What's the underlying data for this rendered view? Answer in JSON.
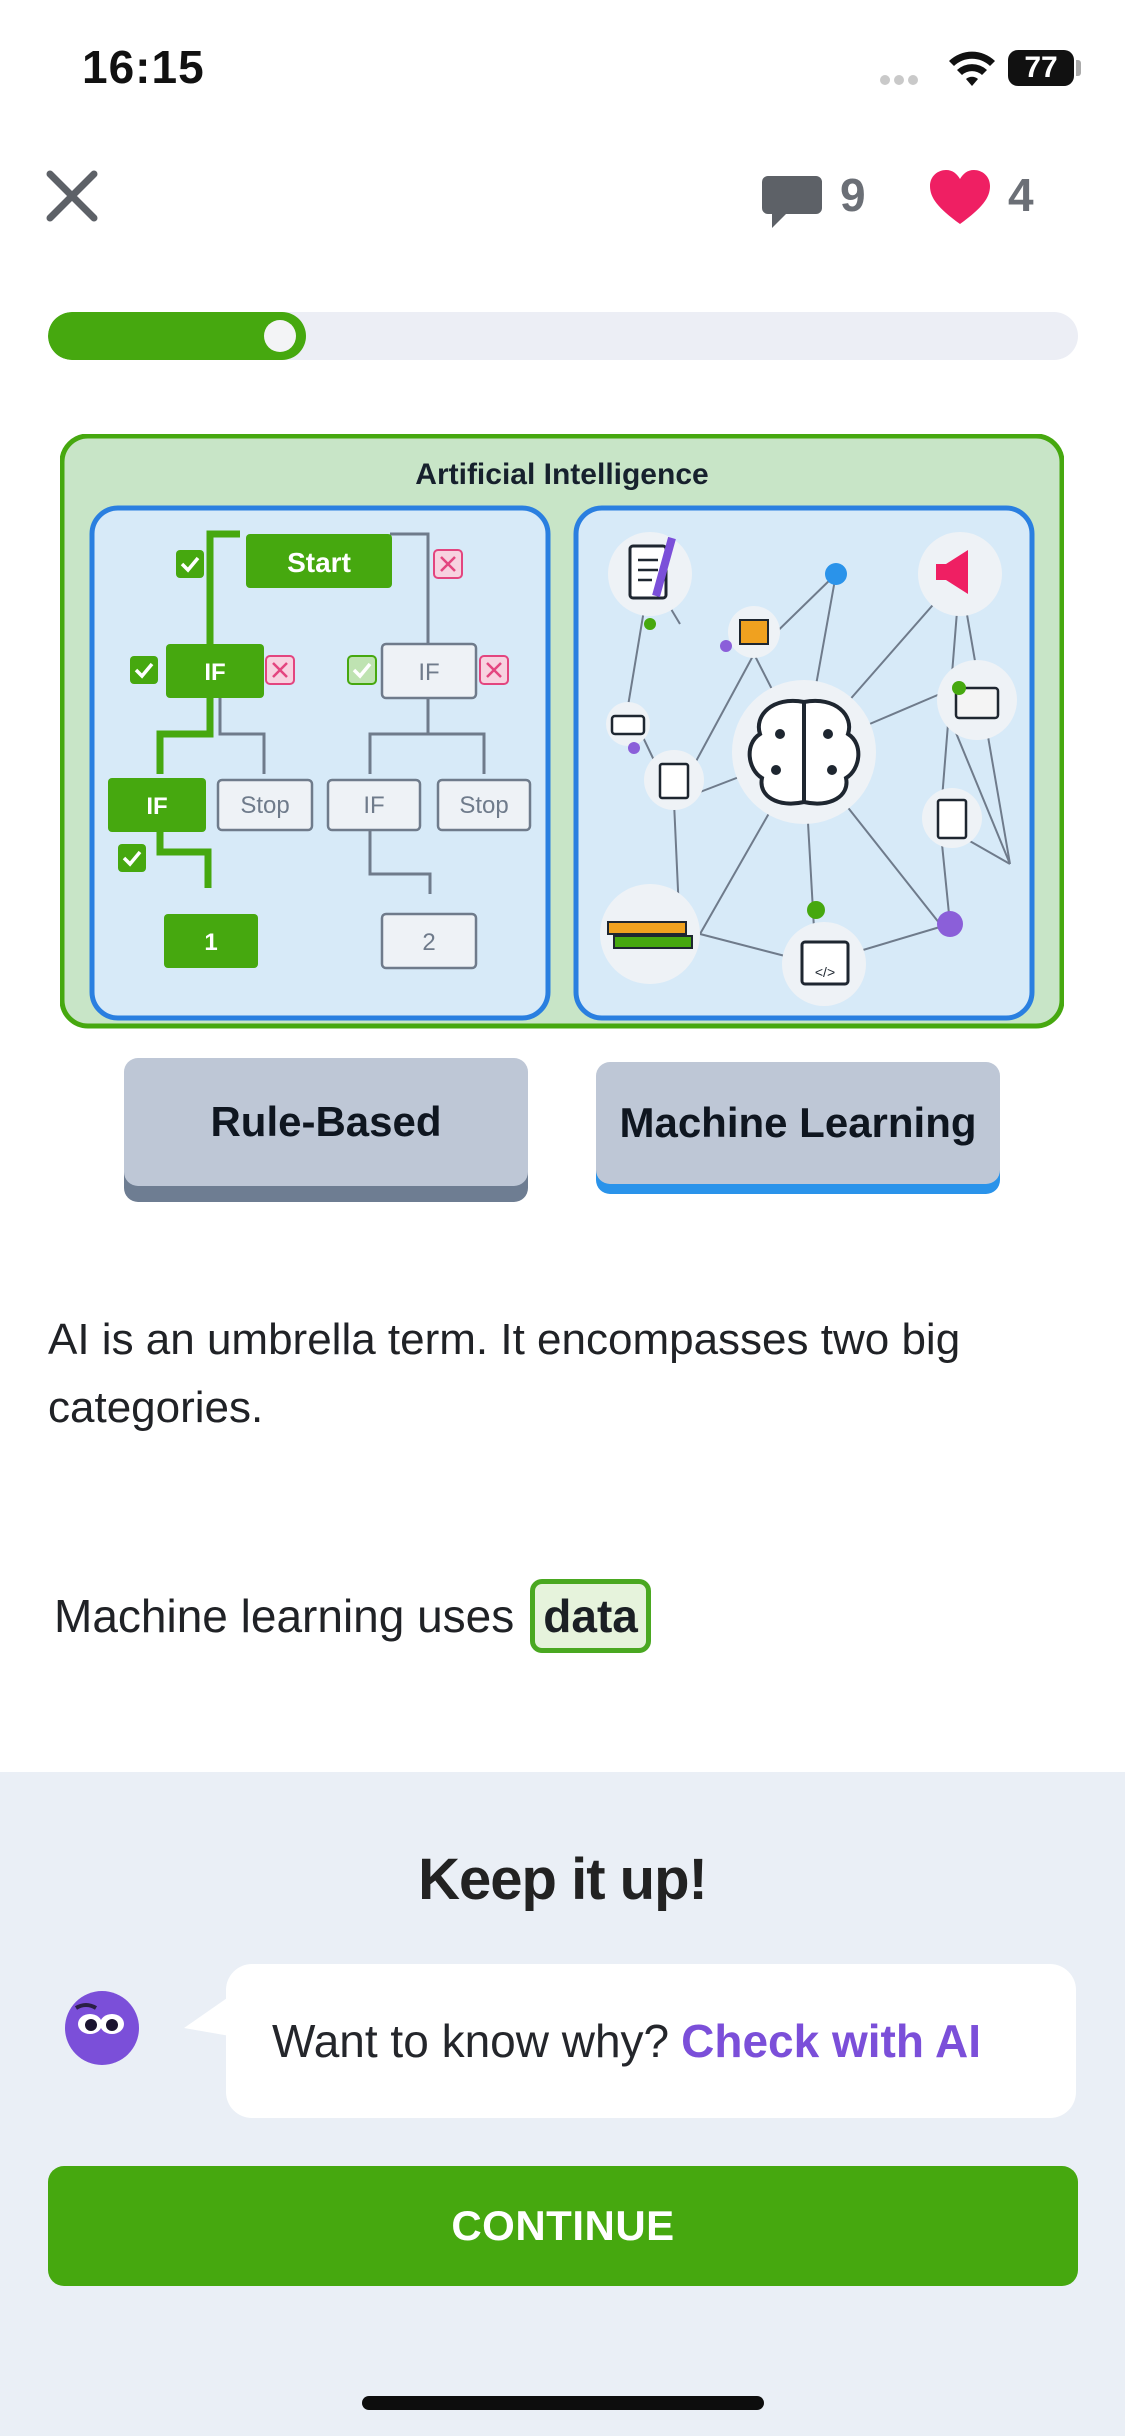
{
  "status_bar": {
    "time": "16:15",
    "battery": "77"
  },
  "header": {
    "comment_count": "9",
    "hearts_count": "4"
  },
  "progress": {
    "fraction": 0.25
  },
  "illustration": {
    "title": "Artificial Intelligence",
    "flow": {
      "start": "Start",
      "if_1": "IF",
      "if_2": "IF",
      "if_3": "IF",
      "if_4": "IF",
      "stop_1": "Stop",
      "stop_2": "Stop",
      "out_1": "1",
      "out_2": "2"
    }
  },
  "options": {
    "rule_based": "Rule-Based",
    "machine_learning": "Machine Learning"
  },
  "lesson": {
    "text": "AI is an umbrella term. It encompasses two big categories.",
    "sentence_prefix": "Machine learning uses",
    "answer": "data"
  },
  "feedback": {
    "title": "Keep it up!",
    "prompt": "Want to know why?",
    "link": "Check with AI",
    "continue": "CONTINUE"
  },
  "colors": {
    "green": "#46a80f",
    "blue": "#2a7fe0",
    "purple": "#7b4fd9",
    "heart": "#ef1f63"
  }
}
